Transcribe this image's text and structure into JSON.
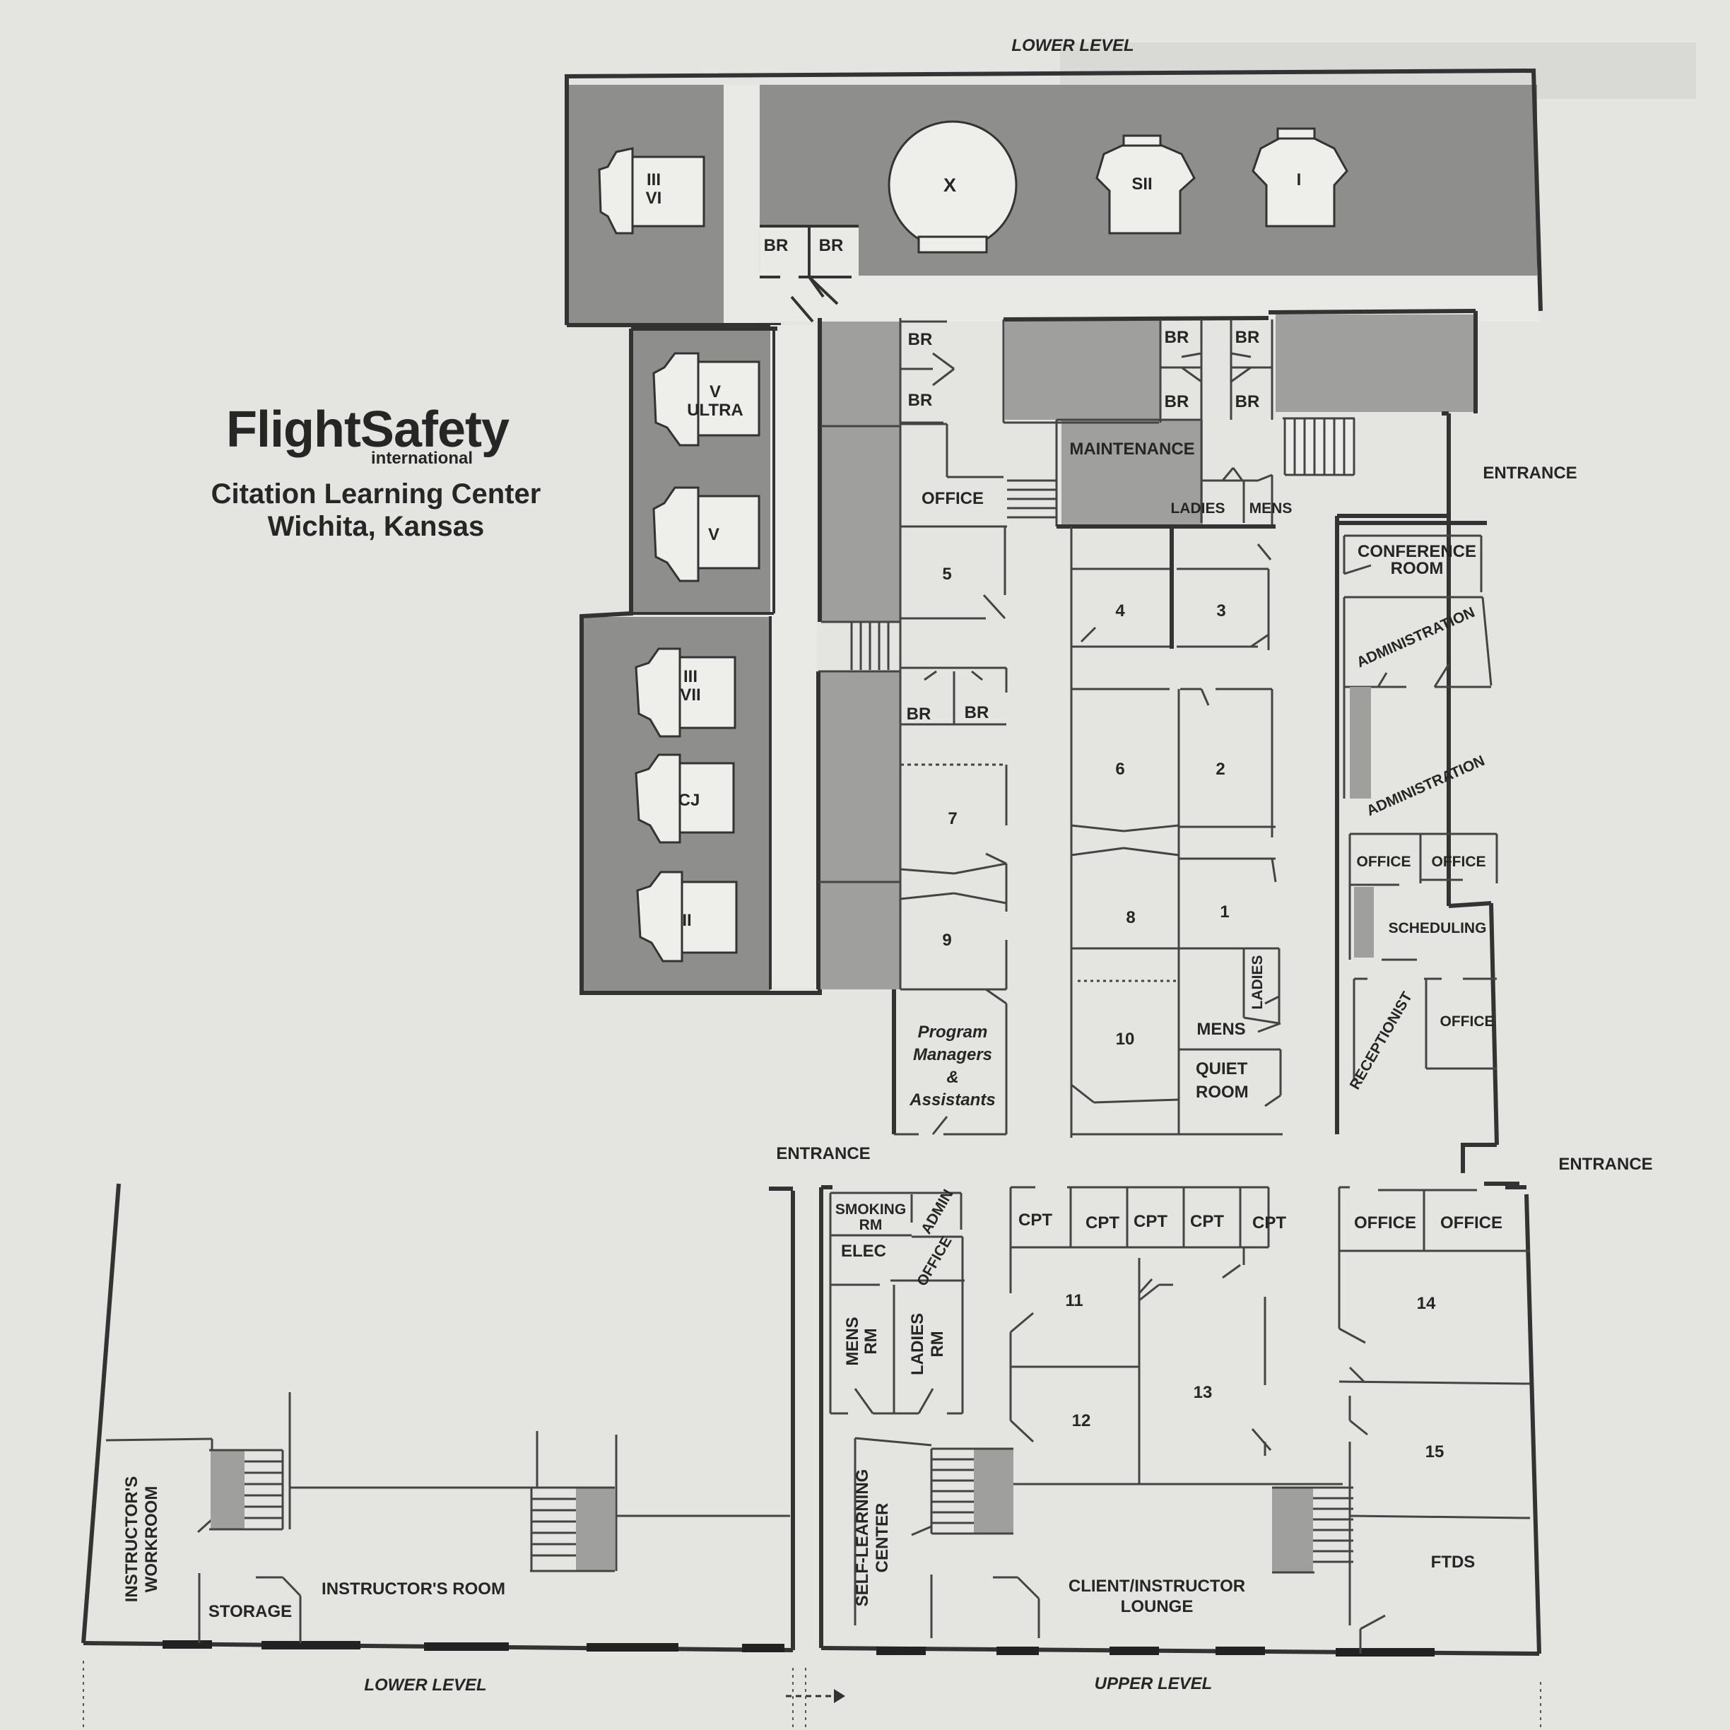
{
  "brand": {
    "logo": "FlightSafety",
    "logo_sub": "international",
    "center_name": "Citation Learning Center",
    "location": "Wichita, Kansas"
  },
  "levels": {
    "lower_top": "LOWER LEVEL",
    "lower_bottom": "LOWER LEVEL",
    "upper_bottom": "UPPER LEVEL"
  },
  "entrances": [
    "ENTRANCE",
    "ENTRANCE",
    "ENTRANCE"
  ],
  "simulators": [
    "III VI",
    "X",
    "SII",
    "I",
    "V ULTRA",
    "V",
    "III VII",
    "CJ",
    "II"
  ],
  "rooms": {
    "br": "BR",
    "office": "OFFICE",
    "maintenance": "MAINTENANCE",
    "ladies": "LADIES",
    "mens": "MENS",
    "conference_room": [
      "CONFERENCE",
      "ROOM"
    ],
    "administration": "ADMINISTRATION",
    "scheduling": "SCHEDULING",
    "receptionist": "RECEPTIONIST",
    "quiet_room": [
      "QUIET",
      "ROOM"
    ],
    "program_managers": [
      "Program",
      "Managers",
      "&",
      "Assistants"
    ],
    "classrooms": [
      "1",
      "2",
      "3",
      "4",
      "5",
      "6",
      "7",
      "8",
      "9",
      "10",
      "11",
      "12",
      "13",
      "14",
      "15"
    ],
    "smoking_rm": [
      "SMOKING",
      "RM"
    ],
    "admin": "ADMIN",
    "elec": "ELEC",
    "mens_rm": [
      "MENS",
      "RM"
    ],
    "ladies_rm": [
      "LADIES",
      "RM"
    ],
    "cpt": "CPT",
    "self_learning": [
      "SELF-LEARNING",
      "CENTER"
    ],
    "client_lounge": [
      "CLIENT/INSTRUCTOR",
      "LOUNGE"
    ],
    "ftds": "FTDS",
    "instructors_workroom": [
      "INSTRUCTOR'S",
      "WORKROOM"
    ],
    "storage": "STORAGE",
    "instructors_room": "INSTRUCTOR'S  ROOM"
  }
}
